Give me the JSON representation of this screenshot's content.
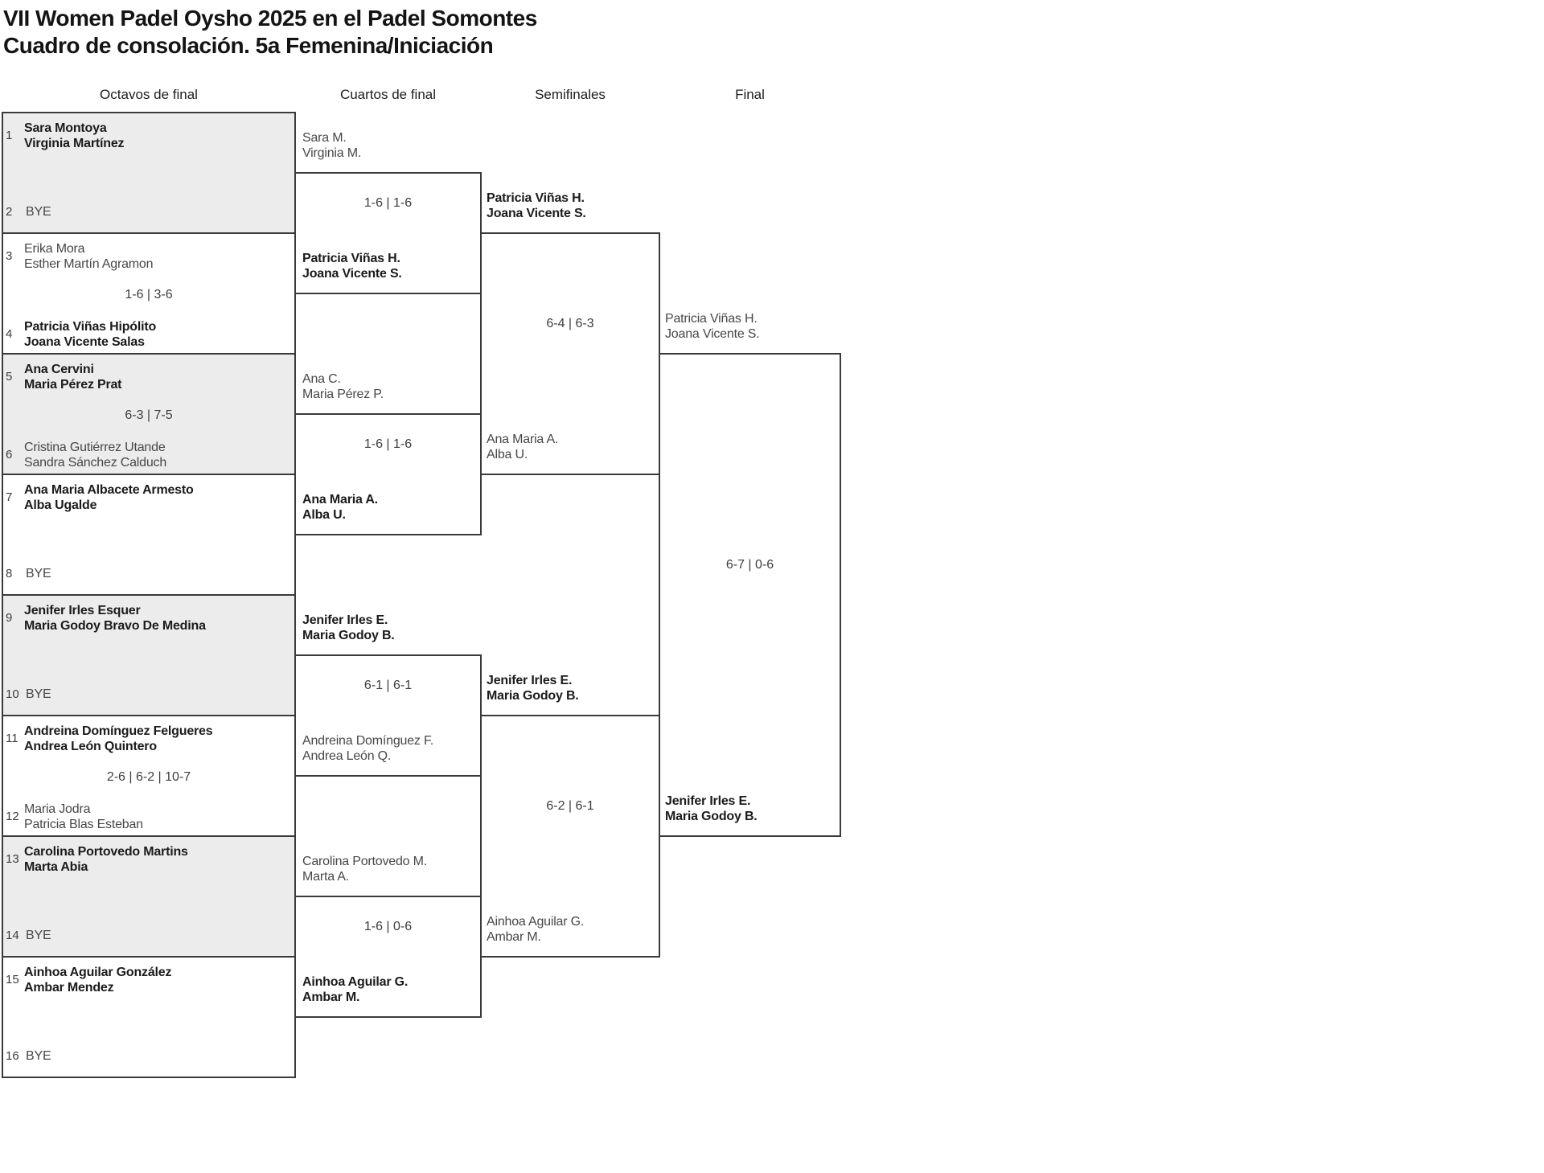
{
  "title": {
    "line1": "VII Women Padel Oysho 2025 en el Padel Somontes",
    "line2": "Cuadro de consolación. 5a Femenina/Iniciación"
  },
  "rounds": {
    "octavos": "Octavos de final",
    "cuartos": "Cuartos de final",
    "semifinales": "Semifinales",
    "final": "Final"
  },
  "octavos": [
    {
      "seed1": "1",
      "t1a": "Sara Montoya",
      "t1b": "Virginia Martínez",
      "t1_win": true,
      "score": "",
      "seed2": "2",
      "t2a": "BYE",
      "t2b": "",
      "t2_win": false
    },
    {
      "seed1": "3",
      "t1a": "Erika Mora",
      "t1b": "Esther Martín Agramon",
      "t1_win": false,
      "score": "1-6 | 3-6",
      "seed2": "4",
      "t2a": "Patricia Viñas Hipólito",
      "t2b": "Joana Vicente Salas",
      "t2_win": true
    },
    {
      "seed1": "5",
      "t1a": "Ana Cervini",
      "t1b": "Maria Pérez Prat",
      "t1_win": true,
      "score": "6-3 | 7-5",
      "seed2": "6",
      "t2a": "Cristina Gutiérrez Utande",
      "t2b": "Sandra Sánchez Calduch",
      "t2_win": false
    },
    {
      "seed1": "7",
      "t1a": "Ana Maria Albacete Armesto",
      "t1b": "Alba Ugalde",
      "t1_win": true,
      "score": "",
      "seed2": "8",
      "t2a": "BYE",
      "t2b": "",
      "t2_win": false
    },
    {
      "seed1": "9",
      "t1a": "Jenifer Irles Esquer",
      "t1b": "Maria Godoy Bravo De Medina",
      "t1_win": true,
      "score": "",
      "seed2": "10",
      "t2a": "BYE",
      "t2b": "",
      "t2_win": false
    },
    {
      "seed1": "11",
      "t1a": "Andreina Domínguez Felgueres",
      "t1b": "Andrea León Quintero",
      "t1_win": true,
      "score": "2-6 | 6-2 | 10-7",
      "seed2": "12",
      "t2a": "Maria Jodra",
      "t2b": "Patricia Blas Esteban",
      "t2_win": false
    },
    {
      "seed1": "13",
      "t1a": "Carolina Portovedo Martins",
      "t1b": "Marta Abia",
      "t1_win": true,
      "score": "",
      "seed2": "14",
      "t2a": "BYE",
      "t2b": "",
      "t2_win": false
    },
    {
      "seed1": "15",
      "t1a": "Ainhoa Aguilar González",
      "t1b": "Ambar Mendez",
      "t1_win": true,
      "score": "",
      "seed2": "16",
      "t2a": "BYE",
      "t2b": "",
      "t2_win": false
    }
  ],
  "cuartos": [
    {
      "t1a": "Sara M.",
      "t1b": "Virginia M.",
      "t1_win": false,
      "score": "1-6 | 1-6",
      "t2a": "Patricia Viñas H.",
      "t2b": "Joana Vicente S.",
      "t2_win": true
    },
    {
      "t1a": "Ana C.",
      "t1b": "Maria Pérez P.",
      "t1_win": false,
      "score": "1-6 | 1-6",
      "t2a": "Ana Maria A.",
      "t2b": "Alba U.",
      "t2_win": true
    },
    {
      "t1a": "Jenifer Irles E.",
      "t1b": "Maria Godoy B.",
      "t1_win": true,
      "score": "6-1 | 6-1",
      "t2a": "Andreina Domínguez F.",
      "t2b": "Andrea León Q.",
      "t2_win": false
    },
    {
      "t1a": "Carolina Portovedo M.",
      "t1b": "Marta A.",
      "t1_win": false,
      "score": "1-6 | 0-6",
      "t2a": "Ainhoa Aguilar G.",
      "t2b": "Ambar M.",
      "t2_win": true
    }
  ],
  "semifinales": [
    {
      "t1a": "Patricia Viñas H.",
      "t1b": "Joana Vicente S.",
      "t1_win": true,
      "score": "6-4 | 6-3",
      "t2a": "Ana Maria A.",
      "t2b": "Alba U.",
      "t2_win": false
    },
    {
      "t1a": "Jenifer Irles E.",
      "t1b": "Maria Godoy B.",
      "t1_win": true,
      "score": "6-2 | 6-1",
      "t2a": "Ainhoa Aguilar G.",
      "t2b": "Ambar M.",
      "t2_win": false
    }
  ],
  "final": {
    "t1a": "Patricia Viñas H.",
    "t1b": "Joana Vicente S.",
    "t1_win": false,
    "score": "6-7 | 0-6",
    "t2a": "Jenifer Irles E.",
    "t2b": "Maria Godoy B.",
    "t2_win": true
  },
  "colors": {
    "shaded_box": "#ececec",
    "line": "#3a3a3a",
    "winner_text": "#1b1b1b",
    "team_text": "#474747"
  }
}
